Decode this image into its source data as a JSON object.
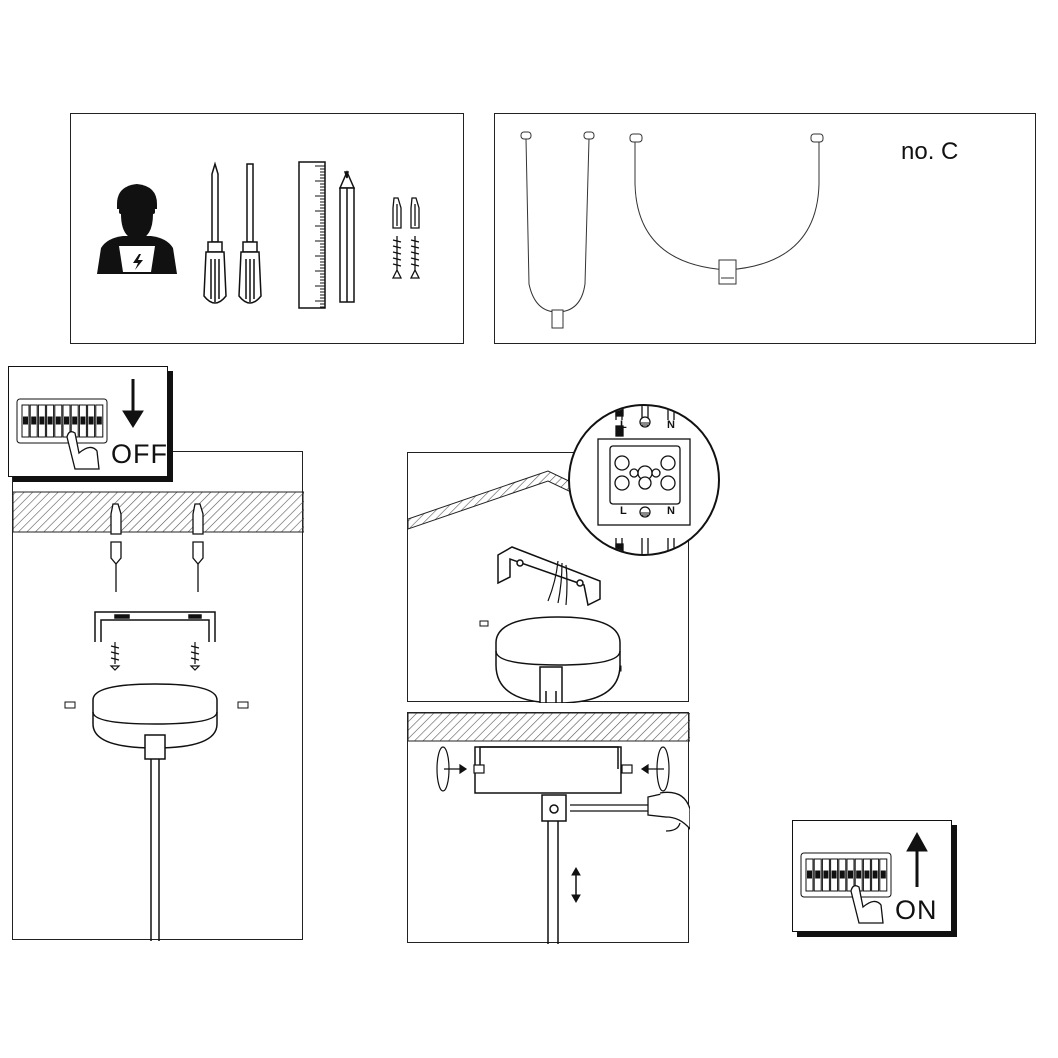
{
  "models_panel": {
    "model_label": "no. C"
  },
  "power_off": {
    "label": "OFF"
  },
  "power_on": {
    "label": "ON"
  },
  "terminal_block": {
    "top_labels": [
      "L",
      "N"
    ],
    "bottom_labels": [
      "L",
      "N"
    ]
  }
}
